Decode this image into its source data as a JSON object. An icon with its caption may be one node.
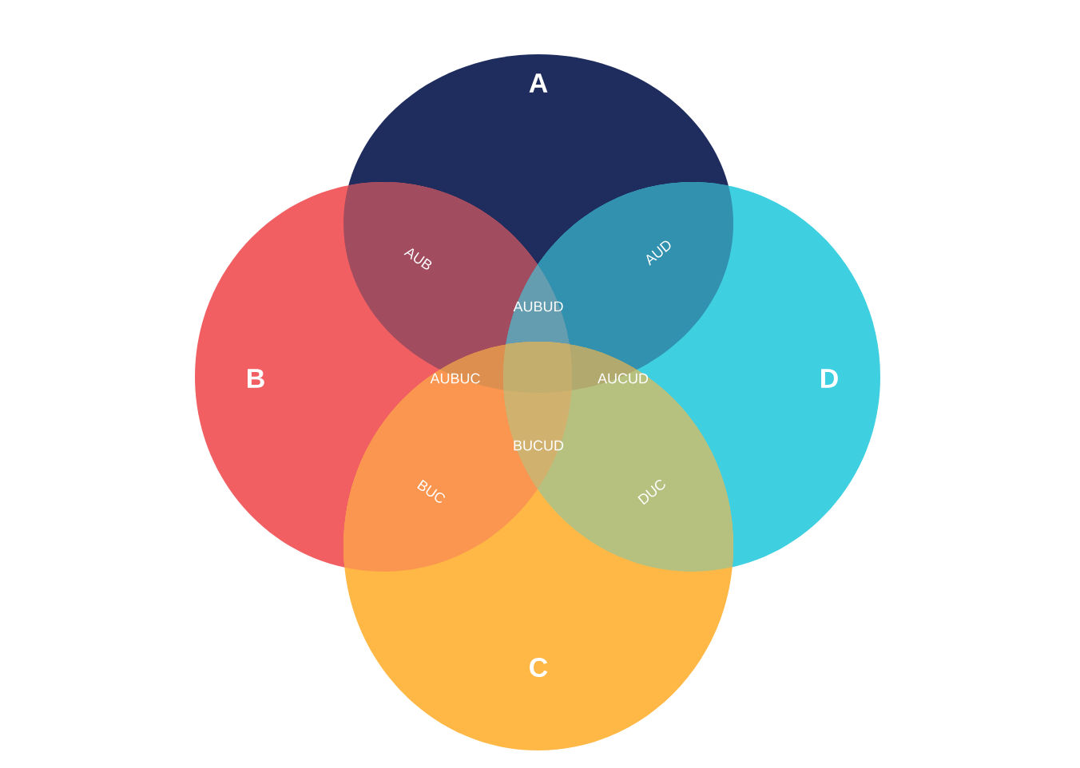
{
  "diagram": {
    "nodes": [
      {
        "text": [
          "A"
        ]
      },
      {
        "text": [
          "B"
        ]
      },
      {
        "text": [
          "D"
        ]
      },
      {
        "text": [
          "C"
        ]
      }
    ],
    "labels": [
      "AUB",
      "AUD",
      "AUBUD",
      "AUBUC",
      "AUCUD",
      "BUCUD",
      "BUC",
      "DUC"
    ]
  }
}
